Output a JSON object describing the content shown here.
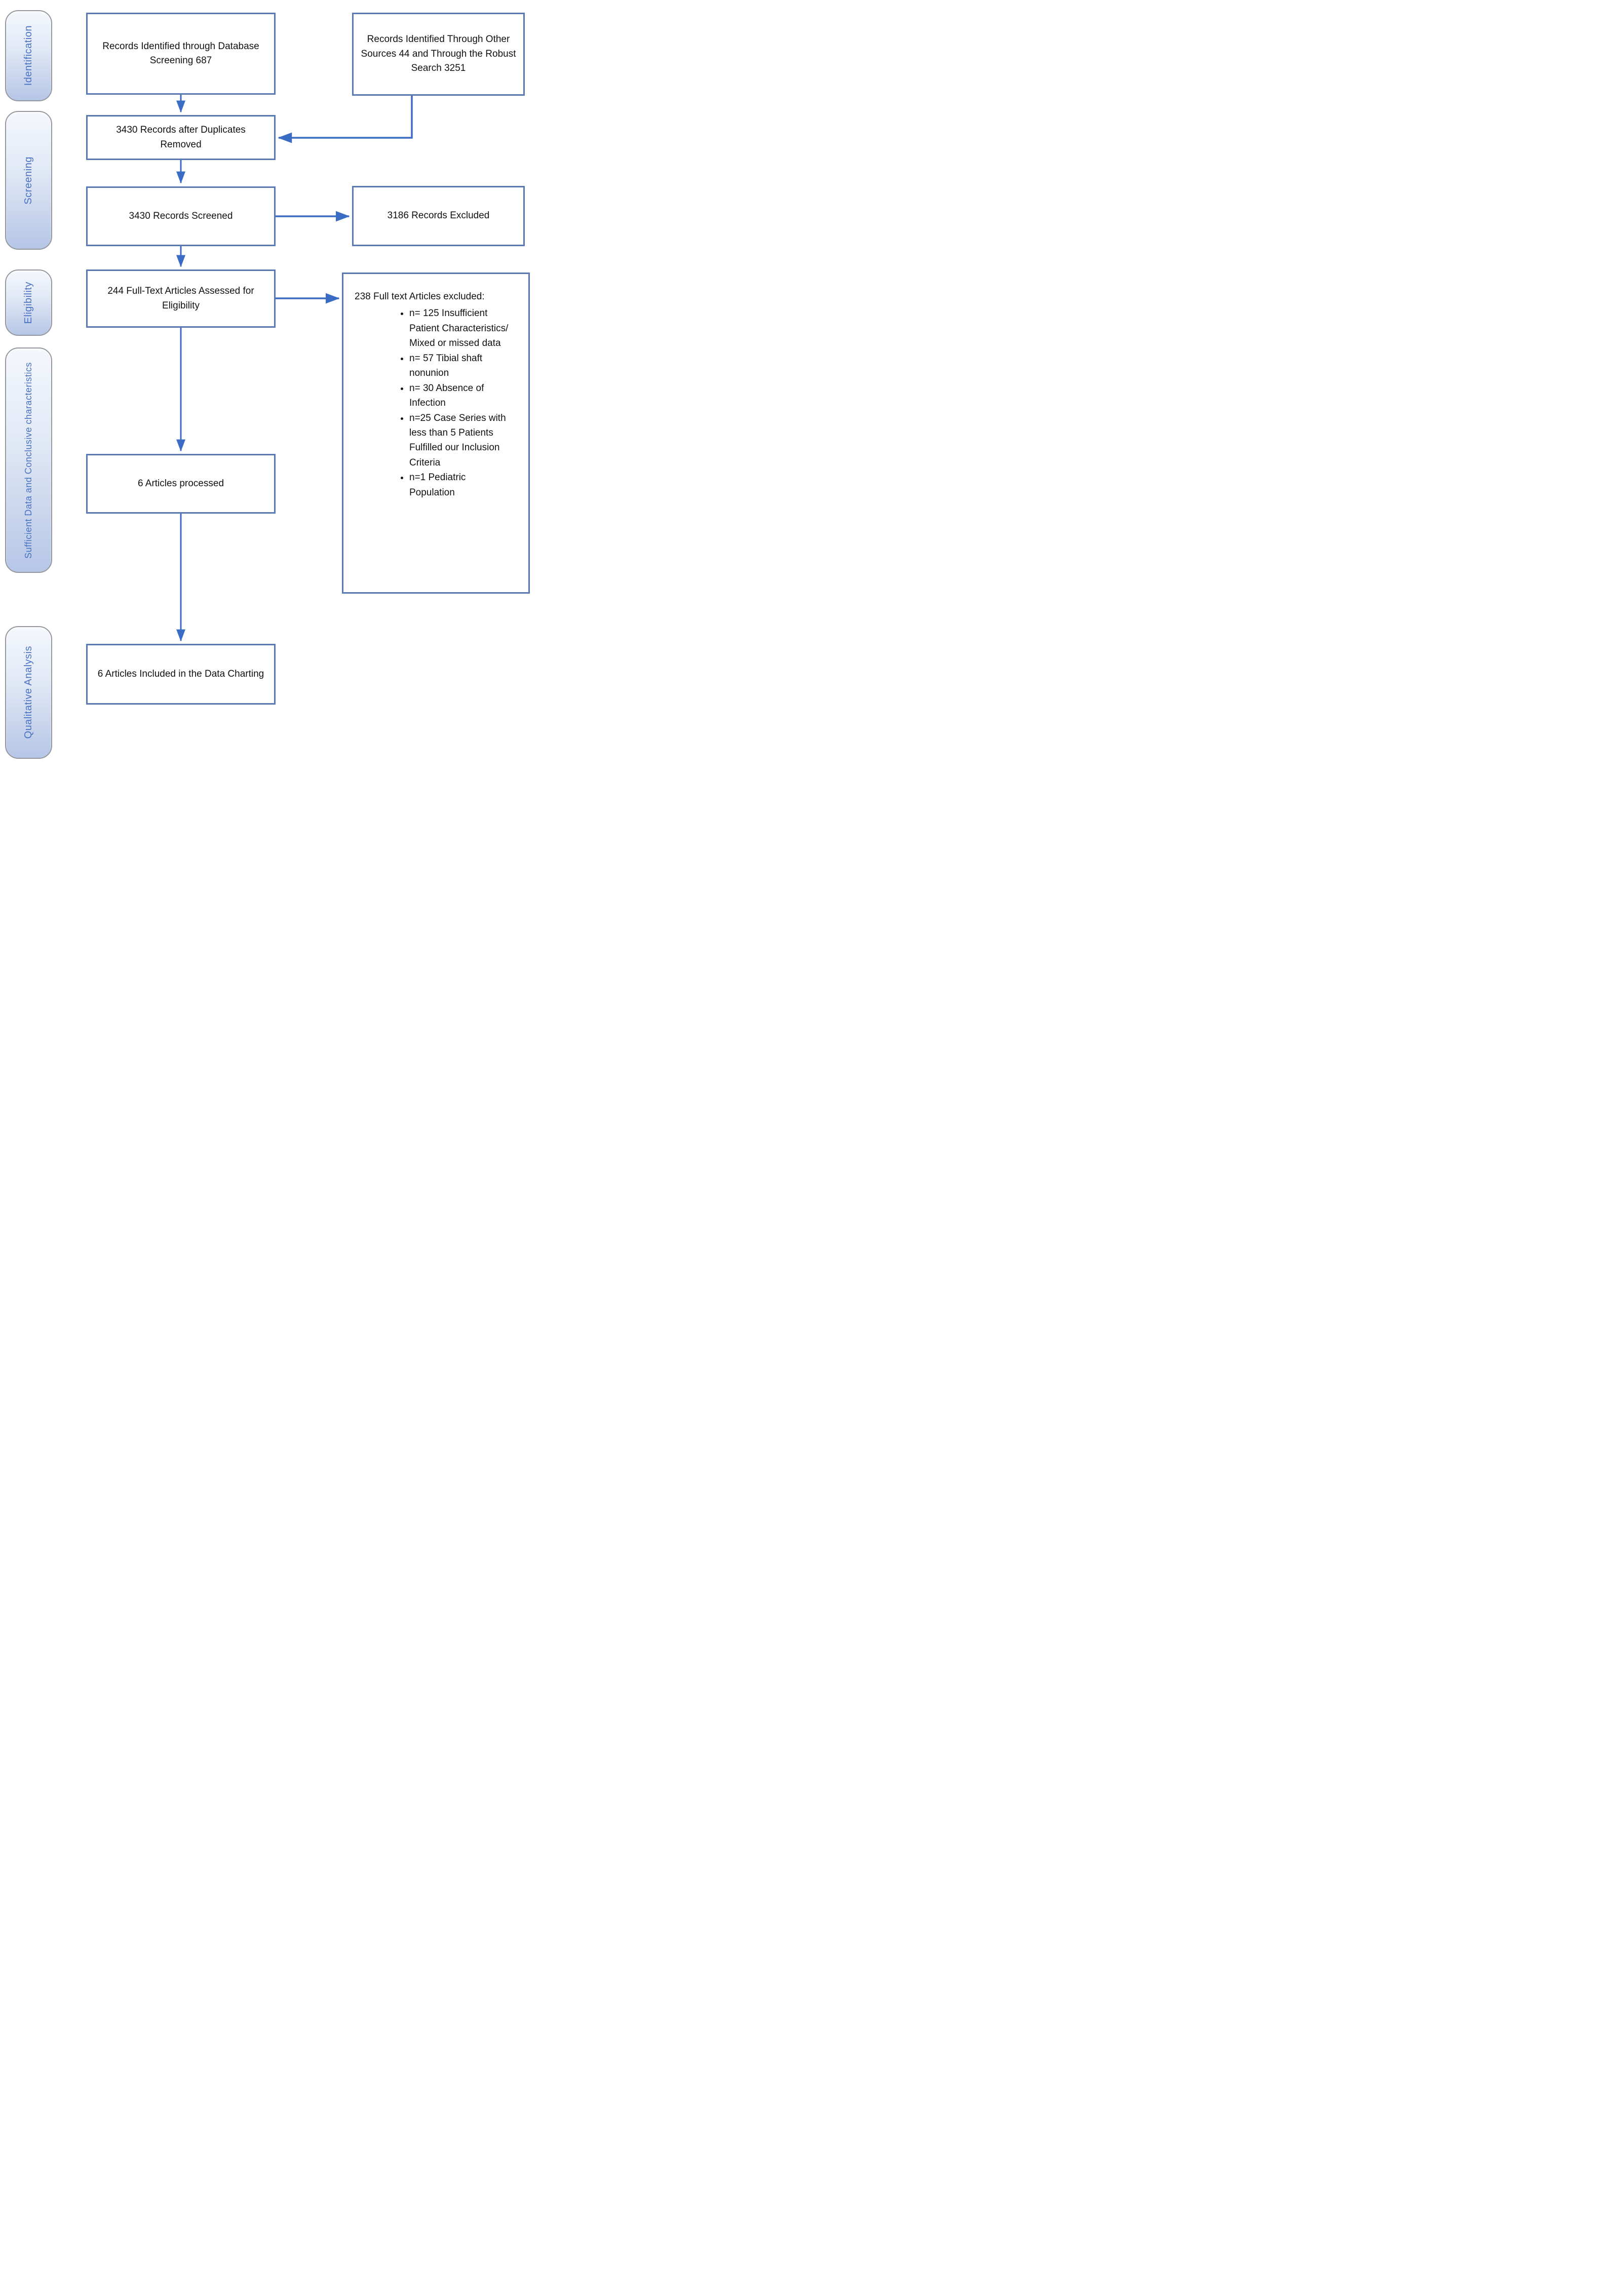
{
  "sidebar": {
    "stages": [
      {
        "label": "Identification"
      },
      {
        "label": "Screening"
      },
      {
        "label": "Eligibility"
      },
      {
        "label": "Sufficient Data and Conclusive characteristics"
      },
      {
        "label": "Qualitative Analysis"
      }
    ]
  },
  "flow": {
    "records_database": "Records Identified through Database Screening 687",
    "records_other_sources": "Records Identified Through Other Sources 44 and Through the Robust Search 3251",
    "after_duplicates": "3430 Records after Duplicates Removed",
    "records_screened": "3430 Records Screened",
    "records_excluded": "3186 Records Excluded",
    "fulltext_assessed": "244 Full-Text Articles Assessed for Eligibility",
    "fulltext_excluded_header": "238 Full text Articles excluded:",
    "fulltext_excluded_reasons": [
      "n= 125 Insufficient Patient Characteristics/ Mixed or missed data",
      "n= 57 Tibial shaft nonunion",
      "n= 30 Absence of Infection",
      "n=25 Case Series with less than 5 Patients Fulfilled our Inclusion Criteria",
      "n=1 Pediatric Population"
    ],
    "articles_processed": "6 Articles processed",
    "articles_included": "6 Articles Included in the Data Charting"
  },
  "colors": {
    "arrow": "#3b6cc5",
    "box_border": "#5b7ab5",
    "stage_border": "#94989e",
    "stage_text": "#4a72c2",
    "stage_gradient_top": "#f4f7fc",
    "stage_gradient_bottom": "#b6c6e6",
    "box_text": "#111111"
  }
}
